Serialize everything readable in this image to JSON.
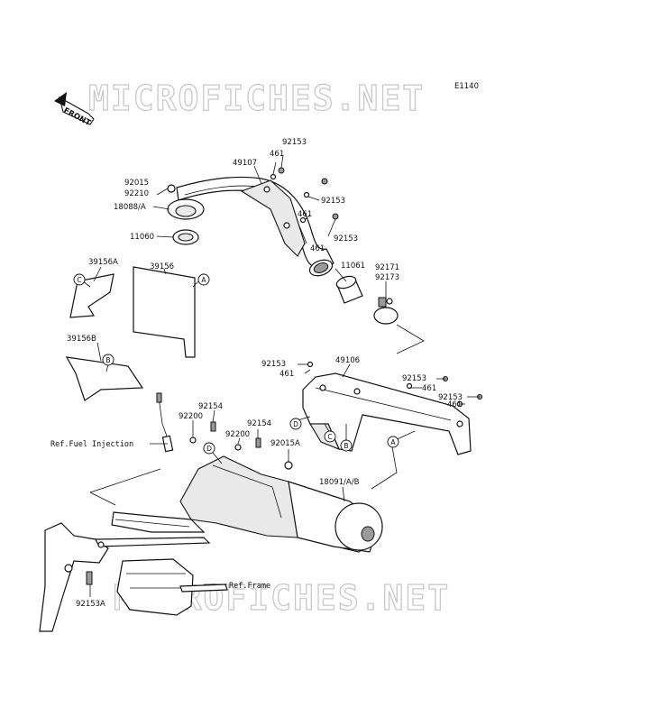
{
  "diagram": {
    "code": "E1140",
    "watermark": "MICROFICHES.NET",
    "front_label": "FRONT",
    "labels": {
      "p92153_top": "92153",
      "p461_top": "461",
      "p49107": "49107",
      "p92015": "92015",
      "p92210": "92210",
      "p18088A": "18088/A",
      "p11060": "11060",
      "p92153_b": "92153",
      "p461_b": "461",
      "p461_c": "461",
      "p92153_c": "92153",
      "p11061": "11061",
      "p92171": "92171",
      "p92173": "92173",
      "p39156A": "39156A",
      "p39156": "39156",
      "p39156B": "39156B",
      "p92153_d": "92153",
      "p461_d": "461",
      "p49106": "49106",
      "p92153_e": "92153",
      "p461_e": "461",
      "p92153_f": "92153",
      "p461_f": "461",
      "p92154_a": "92154",
      "p92200_a": "92200",
      "p92154_b": "92154",
      "p92200_b": "92200",
      "p92015A": "92015A",
      "p18091": "18091/A/B",
      "ref_fuel": "Ref.Fuel Injection",
      "ref_frame": "Ref.Frame",
      "p92153A": "92153A"
    },
    "callouts": {
      "a": "A",
      "b": "B",
      "c": "C",
      "d": "D"
    }
  }
}
